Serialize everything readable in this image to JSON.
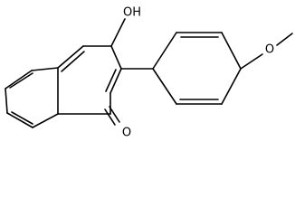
{
  "molecule": {
    "labels": {
      "hydroxyl": "OH",
      "carbonyl_oxygen": "O",
      "methoxy_oxygen": "O"
    },
    "colors": {
      "bond": "#000000",
      "background": "#ffffff"
    }
  }
}
